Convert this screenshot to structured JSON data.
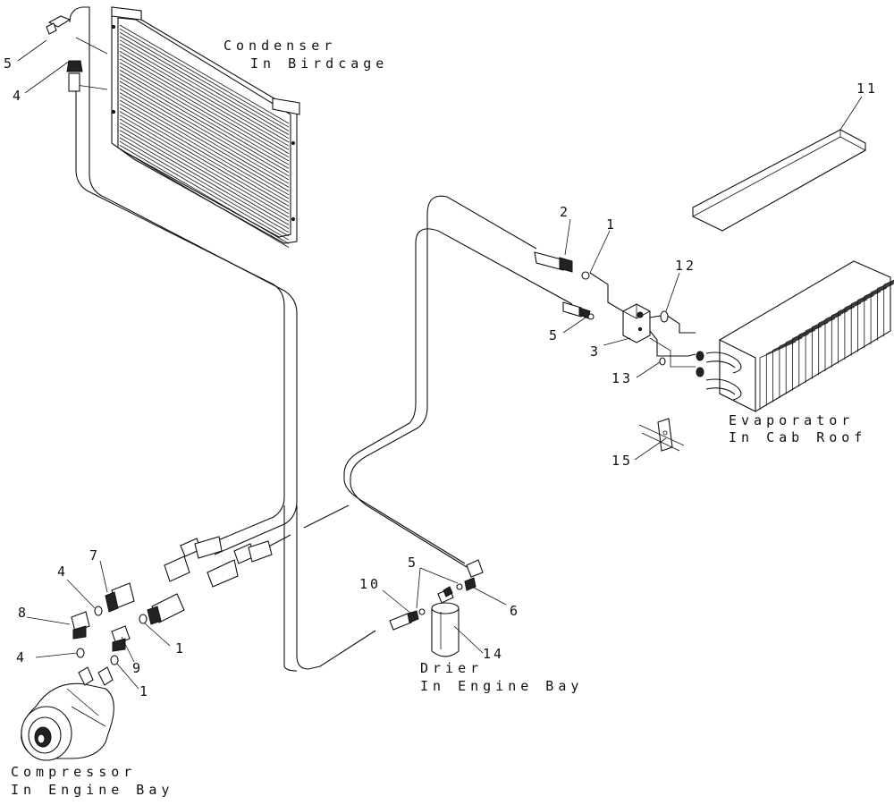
{
  "labels": {
    "condenser_line1": "Condenser",
    "condenser_line2": "In Birdcage",
    "evaporator_line1": "Evaporator",
    "evaporator_line2": "In Cab Roof",
    "drier_line1": "Drier",
    "drier_line2": "In Engine Bay",
    "compressor_line1": "Compressor",
    "compressor_line2": "In Engine Bay"
  },
  "callouts": {
    "c1_upper": "1",
    "c1_mid": "1",
    "c1_low": "1",
    "c2": "2",
    "c3": "3",
    "c4_top": "4",
    "c4_mid": "4",
    "c4_low": "4",
    "c5_top": "5",
    "c5_evap": "5",
    "c5_drier": "5",
    "c6": "6",
    "c7": "7",
    "c8": "8",
    "c9": "9",
    "c10": "10",
    "c11": "11",
    "c12": "12",
    "c13": "13",
    "c14": "14",
    "c15": "15"
  }
}
